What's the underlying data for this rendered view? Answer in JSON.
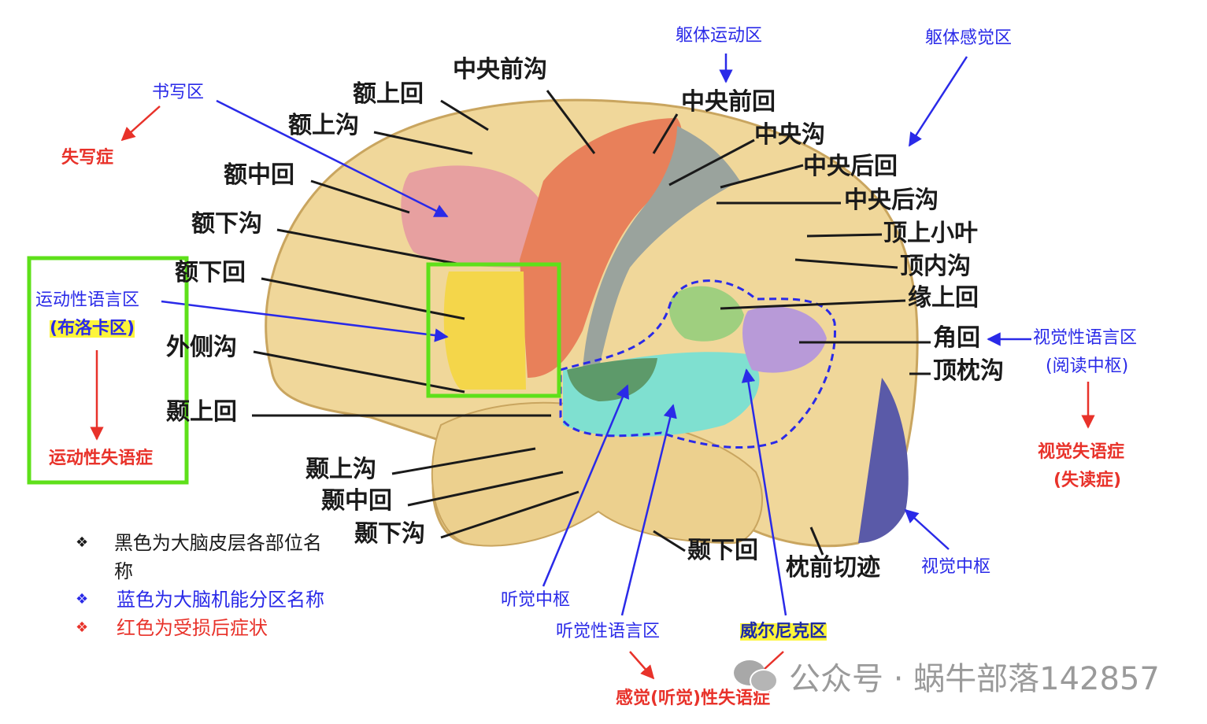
{
  "anatomy_labels": {
    "central_sulcus_pre": "中央前沟",
    "sup_frontal_gyrus": "额上回",
    "sup_frontal_sulcus": "额上沟",
    "mid_frontal_gyrus": "额中回",
    "inf_frontal_sulcus": "额下沟",
    "inf_frontal_gyrus": "额下回",
    "lateral_sulcus": "外侧沟",
    "sup_temporal_gyrus": "颞上回",
    "sup_temporal_sulcus": "颞上沟",
    "mid_temporal_gyrus": "颞中回",
    "inf_temporal_sulcus": "颞下沟",
    "inf_temporal_gyrus": "颞下回",
    "preoccipital_notch": "枕前切迹",
    "precentral_gyrus": "中央前回",
    "central_sulcus": "中央沟",
    "postcentral_gyrus": "中央后回",
    "postcentral_sulcus": "中央后沟",
    "sup_parietal_lobule": "顶上小叶",
    "intraparietal_sulcus": "顶内沟",
    "supramarginal_gyrus": "缘上回",
    "angular_gyrus": "角回",
    "parieto_occipital_sulcus": "顶枕沟"
  },
  "function_labels": {
    "somatic_motor": "躯体运动区",
    "somatic_sensory": "躯体感觉区",
    "writing": "书写区",
    "motor_language": "运动性语言区",
    "broca": "(布洛卡区)",
    "visual_language": "视觉性语言区",
    "reading_center": "(阅读中枢)",
    "visual_center": "视觉中枢",
    "auditory_center": "听觉中枢",
    "auditory_language": "听觉性语言区",
    "wernicke": "威尔尼克区"
  },
  "symptom_labels": {
    "agraphia": "失写症",
    "motor_aphasia": "运动性失语症",
    "visual_aphasia": "视觉失语症",
    "alexia": "(失读症)",
    "sensory_aphasia": "感觉(听觉)性失语症"
  },
  "legend": [
    {
      "text": "黑色为大脑皮层各部位名称",
      "color": "#1a1a1a"
    },
    {
      "text": "蓝色为大脑机能分区名称",
      "color": "#2a2ae8"
    },
    {
      "text": "红色为受损后症状",
      "color": "#e8322a"
    }
  ],
  "legend_bullet": "❖",
  "watermark": "公众号 · 蜗牛部落142857",
  "colors": {
    "anatomy": "#1a1a1a",
    "function": "#2a2ae8",
    "symptom": "#e8322a",
    "highlight_box": "#5ee01a",
    "label_highlight": "#fdf53a"
  }
}
